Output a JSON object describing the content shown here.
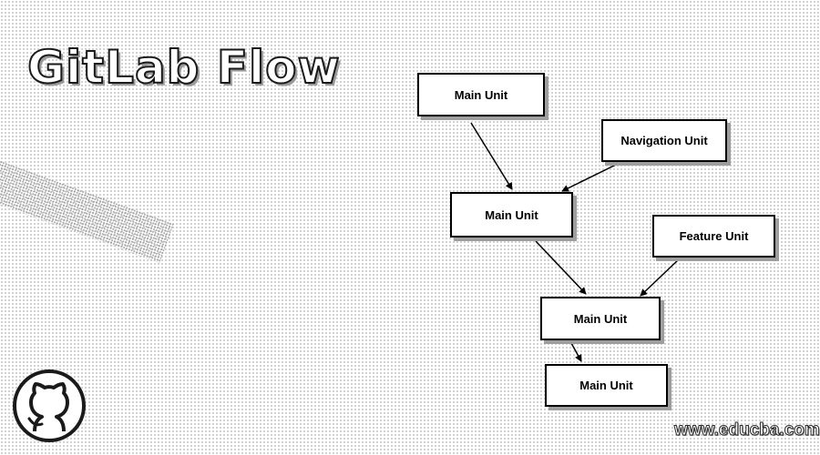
{
  "title": "GitLab Flow",
  "watermark": "www.educba.com",
  "logo": {
    "icon": "github-octocat-icon"
  },
  "units": [
    {
      "id": "u1",
      "label": "Main Unit"
    },
    {
      "id": "u2",
      "label": "Navigation Unit"
    },
    {
      "id": "u3",
      "label": "Main Unit"
    },
    {
      "id": "u4",
      "label": "Feature Unit"
    },
    {
      "id": "u5",
      "label": "Main Unit"
    },
    {
      "id": "u6",
      "label": "Main Unit"
    }
  ],
  "edges": [
    {
      "from": "u1",
      "to": "u3"
    },
    {
      "from": "u2",
      "to": "u3"
    },
    {
      "from": "u3",
      "to": "u5"
    },
    {
      "from": "u4",
      "to": "u5"
    },
    {
      "from": "u5",
      "to": "u6"
    }
  ],
  "colors": {
    "box_border": "#000000",
    "box_shadow": "#9e9e9e",
    "dot_pattern": "#c4c4c4"
  }
}
